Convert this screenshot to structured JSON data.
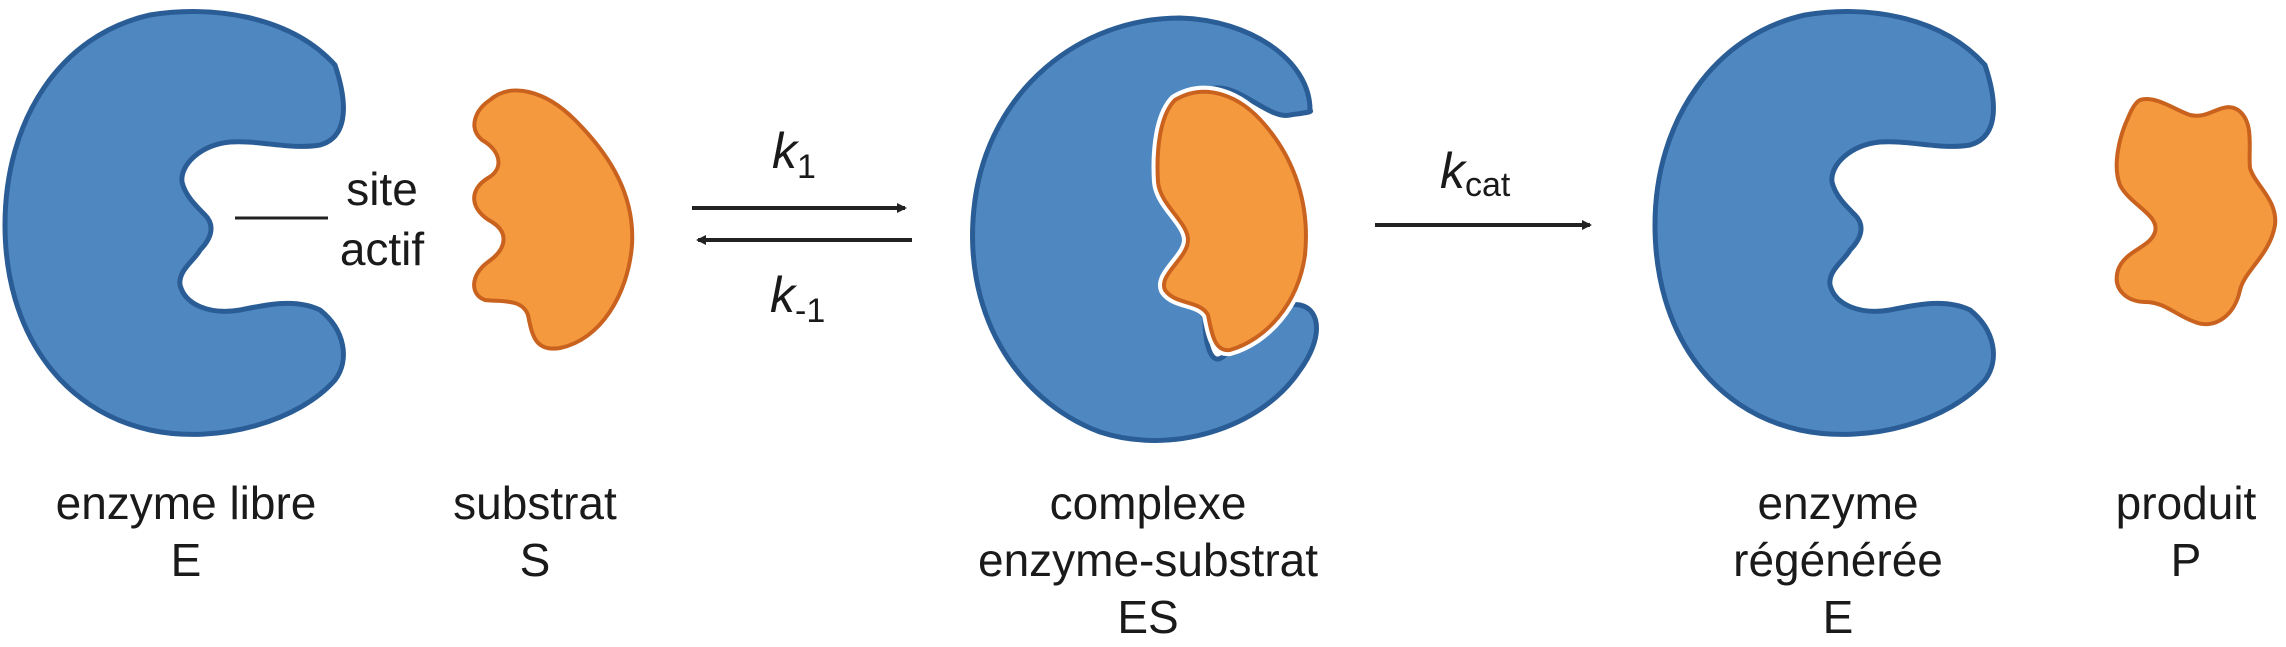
{
  "labels": {
    "free_enzyme_name": "enzyme libre",
    "free_enzyme_symbol": "E",
    "site_line1": "site",
    "site_line2": "actif",
    "substrate_name": "substrat",
    "substrate_symbol": "S",
    "complex_line1": "complexe",
    "complex_line2": "enzyme-substrat",
    "complex_symbol": "ES",
    "regenerated_line1": "enzyme",
    "regenerated_line2": "régénérée",
    "regenerated_symbol": "E",
    "product_name": "produit",
    "product_symbol": "P"
  },
  "rates": {
    "forward_letter": "k",
    "forward_sub": "1",
    "reverse_letter": "k",
    "reverse_sub": "-1",
    "cat_letter": "k",
    "cat_sub": "cat"
  },
  "colors": {
    "enzyme_fill": "#4f88c0",
    "enzyme_stroke": "#2a5d95",
    "substrate_fill": "#f4993e",
    "substrate_stroke": "#c9621e"
  }
}
